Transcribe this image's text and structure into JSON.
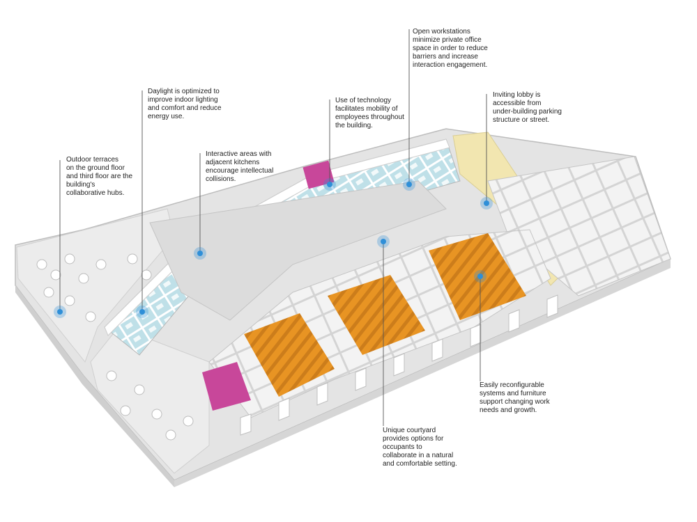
{
  "colors": {
    "background": "#ffffff",
    "structure": "#e9e9e9",
    "wall": "#f6f6f6",
    "wall_shadow": "#c9c9c9",
    "open_office": "#e89423",
    "workstation_zone": "#a9d6e0",
    "kitchen_accent": "#c8479a",
    "lobby": "#f2e6b0",
    "marker": "#2f8fd8",
    "leader_line": "#555555"
  },
  "callouts": [
    {
      "id": "terraces",
      "text": "Outdoor terraces\non the ground floor\nand third floor are the\nbuilding's\ncollaborative hubs.",
      "icon": "location-marker-icon"
    },
    {
      "id": "daylight",
      "text": "Daylight is optimized to\nimprove indoor lighting\nand comfort and reduce\nenergy use.",
      "icon": "location-marker-icon"
    },
    {
      "id": "kitchens",
      "text": "Interactive areas with\nadjacent kitchens\nencourage intellectual\ncollisions.",
      "icon": "location-marker-icon"
    },
    {
      "id": "technology",
      "text": "Use of technology\nfacilitates mobility of\nemployees throughout\nthe building.",
      "icon": "location-marker-icon"
    },
    {
      "id": "workstations",
      "text": "Open workstations\nminimize private office\nspace in order to reduce\nbarriers and increase\ninteraction engagement.",
      "icon": "location-marker-icon"
    },
    {
      "id": "lobby",
      "text": "Inviting lobby is\naccessible from\nunder-building parking\nstructure or street.",
      "icon": "location-marker-icon"
    },
    {
      "id": "furniture",
      "text": "Easily reconfigurable\nsystems and furniture\nsupport changing work\nneeds and growth.",
      "icon": "location-marker-icon"
    },
    {
      "id": "courtyard",
      "text": "Unique courtyard\nprovides options for\noccupants to\ncollaborate in a natural\nand comfortable setting.",
      "icon": "location-marker-icon"
    }
  ]
}
